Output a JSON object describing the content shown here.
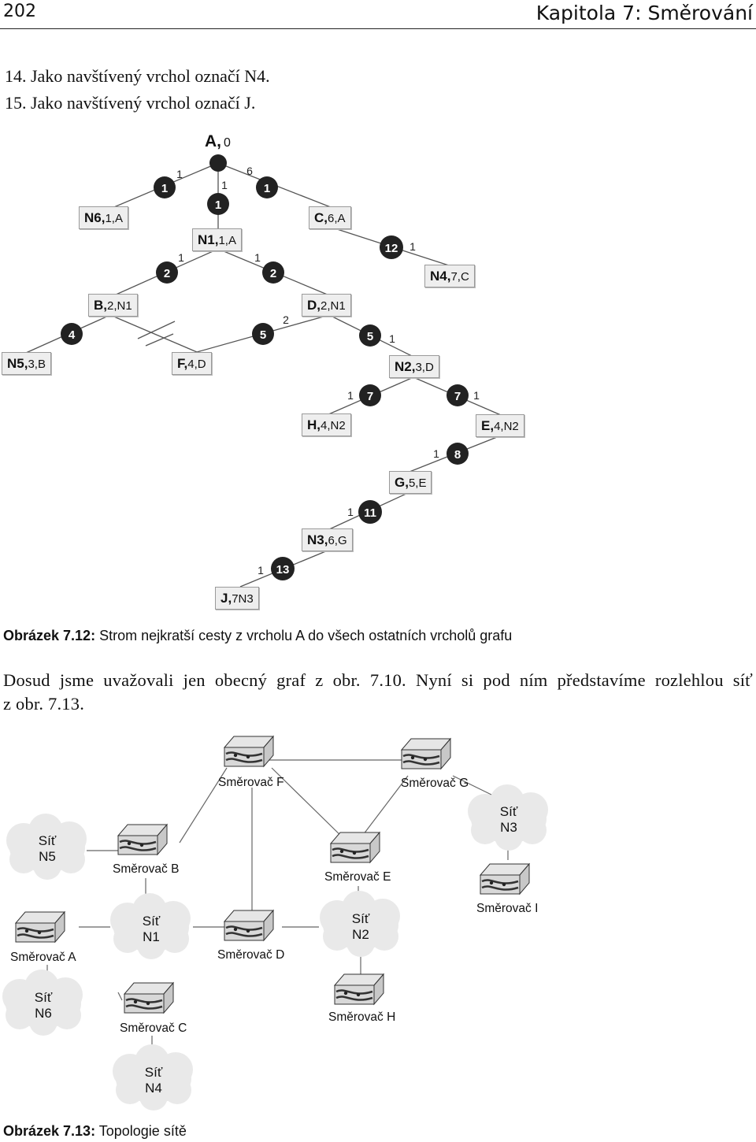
{
  "header": {
    "page_number": "202",
    "chapter_title": "Kapitola 7: Směrování"
  },
  "steps": [
    "14. Jako navštívený vrchol označí N4.",
    "15. Jako navštívený vrchol označí J."
  ],
  "tree": {
    "root": {
      "name": "A,",
      "value": "0"
    },
    "nodes": [
      {
        "id": "N6",
        "name": "N6,",
        "rest": "1,A"
      },
      {
        "id": "C",
        "name": "C,",
        "rest": "6,A"
      },
      {
        "id": "N1",
        "name": "N1,",
        "rest": "1,A"
      },
      {
        "id": "N4",
        "name": "N4,",
        "rest": "7,C"
      },
      {
        "id": "B",
        "name": "B,",
        "rest": "2,N1"
      },
      {
        "id": "D",
        "name": "D,",
        "rest": "2,N1"
      },
      {
        "id": "N5",
        "name": "N5,",
        "rest": "3,B"
      },
      {
        "id": "F",
        "name": "F,",
        "rest": "4,D"
      },
      {
        "id": "N2",
        "name": "N2,",
        "rest": "3,D"
      },
      {
        "id": "H",
        "name": "H,",
        "rest": "4,N2"
      },
      {
        "id": "E",
        "name": "E,",
        "rest": "4,N2"
      },
      {
        "id": "G",
        "name": "G,",
        "rest": "5,E"
      },
      {
        "id": "N3",
        "name": "N3,",
        "rest": "6,G"
      },
      {
        "id": "J",
        "name": "J,",
        "rest": "7N3"
      }
    ],
    "step_markers": [
      "1",
      "1",
      "1",
      "12",
      "2",
      "2",
      "4",
      "5",
      "5",
      "7",
      "7",
      "8",
      "11",
      "13"
    ],
    "edge_weights": [
      "1",
      "1",
      "6",
      "1",
      "1",
      "1",
      "2",
      "1",
      "1",
      "1",
      "1",
      "1",
      "1"
    ]
  },
  "figure1": {
    "label": "Obrázek 7.12:",
    "text": "Strom nejkratší cesty z vrcholu A do všech ostatních vrcholů grafu"
  },
  "paragraph": {
    "line1": "Dosud jsme uvažovali jen obecný graf z obr. 7.10. Nyní si pod ním představíme rozlehlou síť",
    "line2": "z obr. 7.13."
  },
  "topology": {
    "routers": {
      "F": "Směrovač F",
      "G": "Směrovač G",
      "B": "Směrovač B",
      "E": "Směrovač E",
      "I": "Směrovač I",
      "A": "Směrovač A",
      "D": "Směrovač D",
      "C": "Směrovač C",
      "H": "Směrovač H"
    },
    "networks": {
      "N5": [
        "Síť",
        "N5"
      ],
      "N3": [
        "Síť",
        "N3"
      ],
      "N1": [
        "Síť",
        "N1"
      ],
      "N2": [
        "Síť",
        "N2"
      ],
      "N6": [
        "Síť",
        "N6"
      ],
      "N4": [
        "Síť",
        "N4"
      ]
    }
  },
  "figure2": {
    "label": "Obrázek 7.13:",
    "text": "Topologie sítě"
  }
}
